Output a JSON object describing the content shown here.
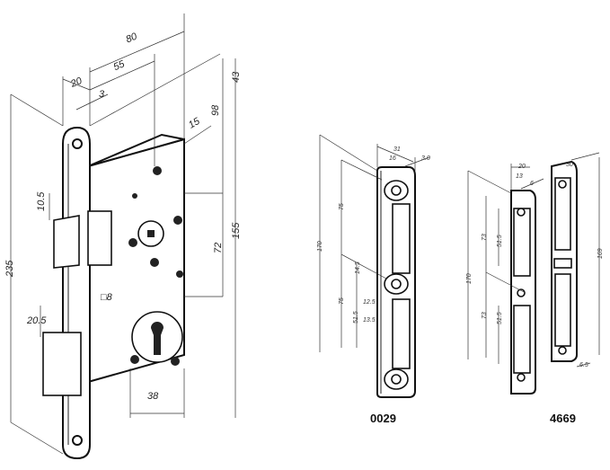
{
  "lock_case": {
    "dims": {
      "backset_total": "80",
      "backset": "55",
      "faceplate_width": "20",
      "faceplate_thickness": "3",
      "top_offset": "43",
      "height_98": "98",
      "body_depth": "15",
      "latch_offset": "10.5",
      "faceplate_length": "235",
      "center_distance": "72",
      "body_height": "155",
      "bolt_offset": "20.5",
      "spindle": "□8",
      "cylinder_width": "38"
    }
  },
  "strike_0029": {
    "caption": "0029",
    "dims": {
      "width": "31",
      "inner_width": "16",
      "thickness": "3.0",
      "upper_pitch": "75",
      "length": "170",
      "hole_offset": "14.5",
      "lower_pitch": "75",
      "depth_a": "12.5",
      "opening": "51.5",
      "depth_b": "13.5"
    }
  },
  "strike_4669": {
    "caption": "4669",
    "dims": {
      "width": "20",
      "inner_width": "13",
      "thickness": "6",
      "upper_pitch": "73",
      "upper_opening": "51.5",
      "length": "170",
      "lower_pitch": "73",
      "lower_opening": "51.5",
      "box_width": "30",
      "box_length": "169",
      "box_depth": "6.5"
    }
  }
}
